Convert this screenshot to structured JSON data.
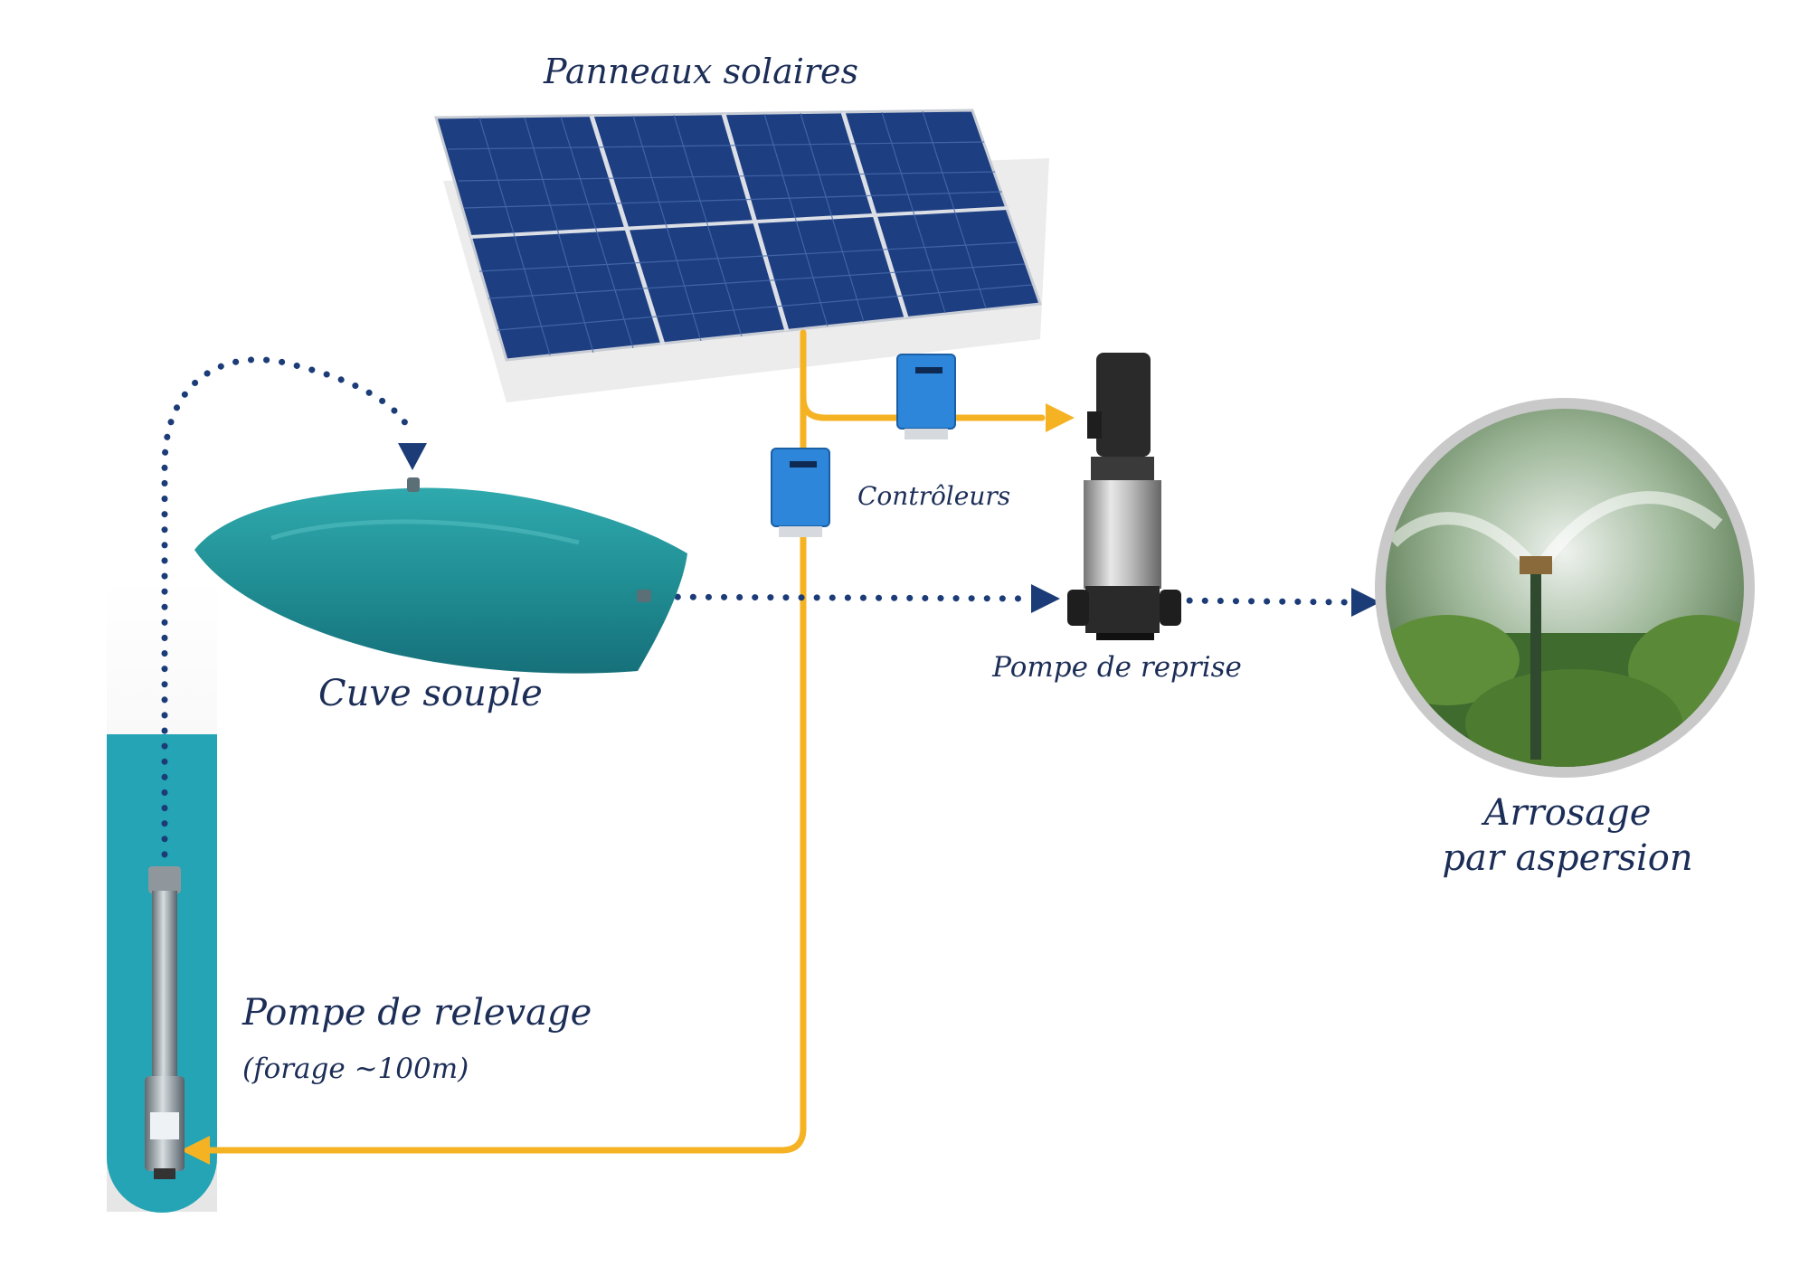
{
  "labels": {
    "panels": "Panneaux solaires",
    "controllers": "Contrôleurs",
    "tank": "Cuve souple",
    "booster_pump": "Pompe de reprise",
    "irrigation_line1": "Arrosage",
    "irrigation_line2": "par aspersion",
    "lift_pump": "Pompe de relevage",
    "lift_pump_note": "(forage ~100m)"
  },
  "colors": {
    "text": "#1c2e57",
    "power_line": "#f5b324",
    "water_line": "#1c3c78",
    "tank": "#1f8c92",
    "well_water": "#24a4b4",
    "controller": "#2d86d9",
    "panel_cell": "#1d3f82"
  },
  "icons": {
    "panels": "solar-panel-icon",
    "controller": "controller-box-icon",
    "booster": "vertical-pump-icon",
    "tank": "water-bladder-icon",
    "sprinkler": "sprinkler-icon",
    "lift": "submersible-pump-icon"
  }
}
